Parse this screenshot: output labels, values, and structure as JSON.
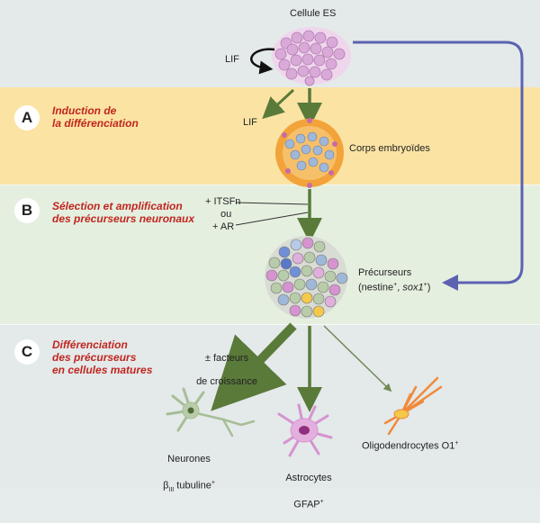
{
  "cells": {
    "es": "Cellule ES",
    "lif_loop": "LIF",
    "lif_arrow": "LIF",
    "embryoid": "Corps embryoïdes",
    "precursors_line1": "Précurseurs",
    "precursors_line2_pre": "(nestine",
    "precursors_line2_sup1": "+",
    "precursors_line2_mid": ", ",
    "precursors_line2_gene": "sox1",
    "precursors_line2_sup2": "+",
    "precursors_line2_post": ")"
  },
  "stages": [
    {
      "letter": "A",
      "title": "Induction de\nla différenciation"
    },
    {
      "letter": "B",
      "title": "Sélection et amplification\ndes précurseurs neuronaux"
    },
    {
      "letter": "C",
      "title": "Différenciation\ndes précurseurs\nen cellules matures"
    }
  ],
  "factors": {
    "itsfn": "+ ITSFn",
    "ou": "ou",
    "ar": "+ AR",
    "growth_line1": "± facteurs",
    "growth_line2": "de croissance"
  },
  "mature": {
    "neurons_line1": "Neurones",
    "neurons_beta": "β",
    "neurons_sub": "III",
    "neurons_rest": " tubuline",
    "neurons_sup": "+",
    "astro_line1": "Astrocytes",
    "astro_line2": "GFAP",
    "astro_sup": "+",
    "oligo_text": "Oligodendrocytes O1",
    "oligo_sup": "+"
  },
  "colors": {
    "band_a": "#fbe3a3",
    "band_b": "#e5efe0",
    "stage_title": "#c0261f",
    "main_arrow": "#5a7a3a",
    "return_arrow": "#5b62b0",
    "es_cells": "#d9a9d8",
    "embryoid_ring": "#f2a33a",
    "neuron_color": "#b8ccaa",
    "astro_color": "#d693d0",
    "oligo_color": "#f08a3a"
  }
}
